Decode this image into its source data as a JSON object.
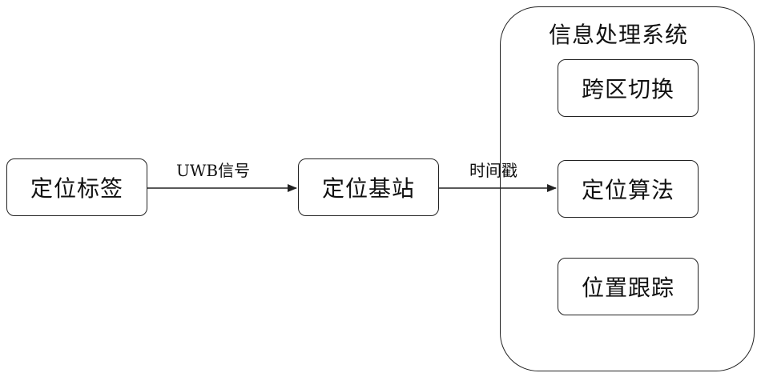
{
  "diagram": {
    "nodes": {
      "tag": "定位标签",
      "base_station": "定位基站",
      "cross_zone": "跨区切换",
      "algorithm": "定位算法",
      "tracking": "位置跟踪"
    },
    "group": {
      "title": "信息处理系统"
    },
    "edges": {
      "tag_to_station": "UWB信号",
      "station_to_algorithm": "时间戳"
    },
    "colors": {
      "stroke": "#222222",
      "background": "#ffffff"
    }
  }
}
